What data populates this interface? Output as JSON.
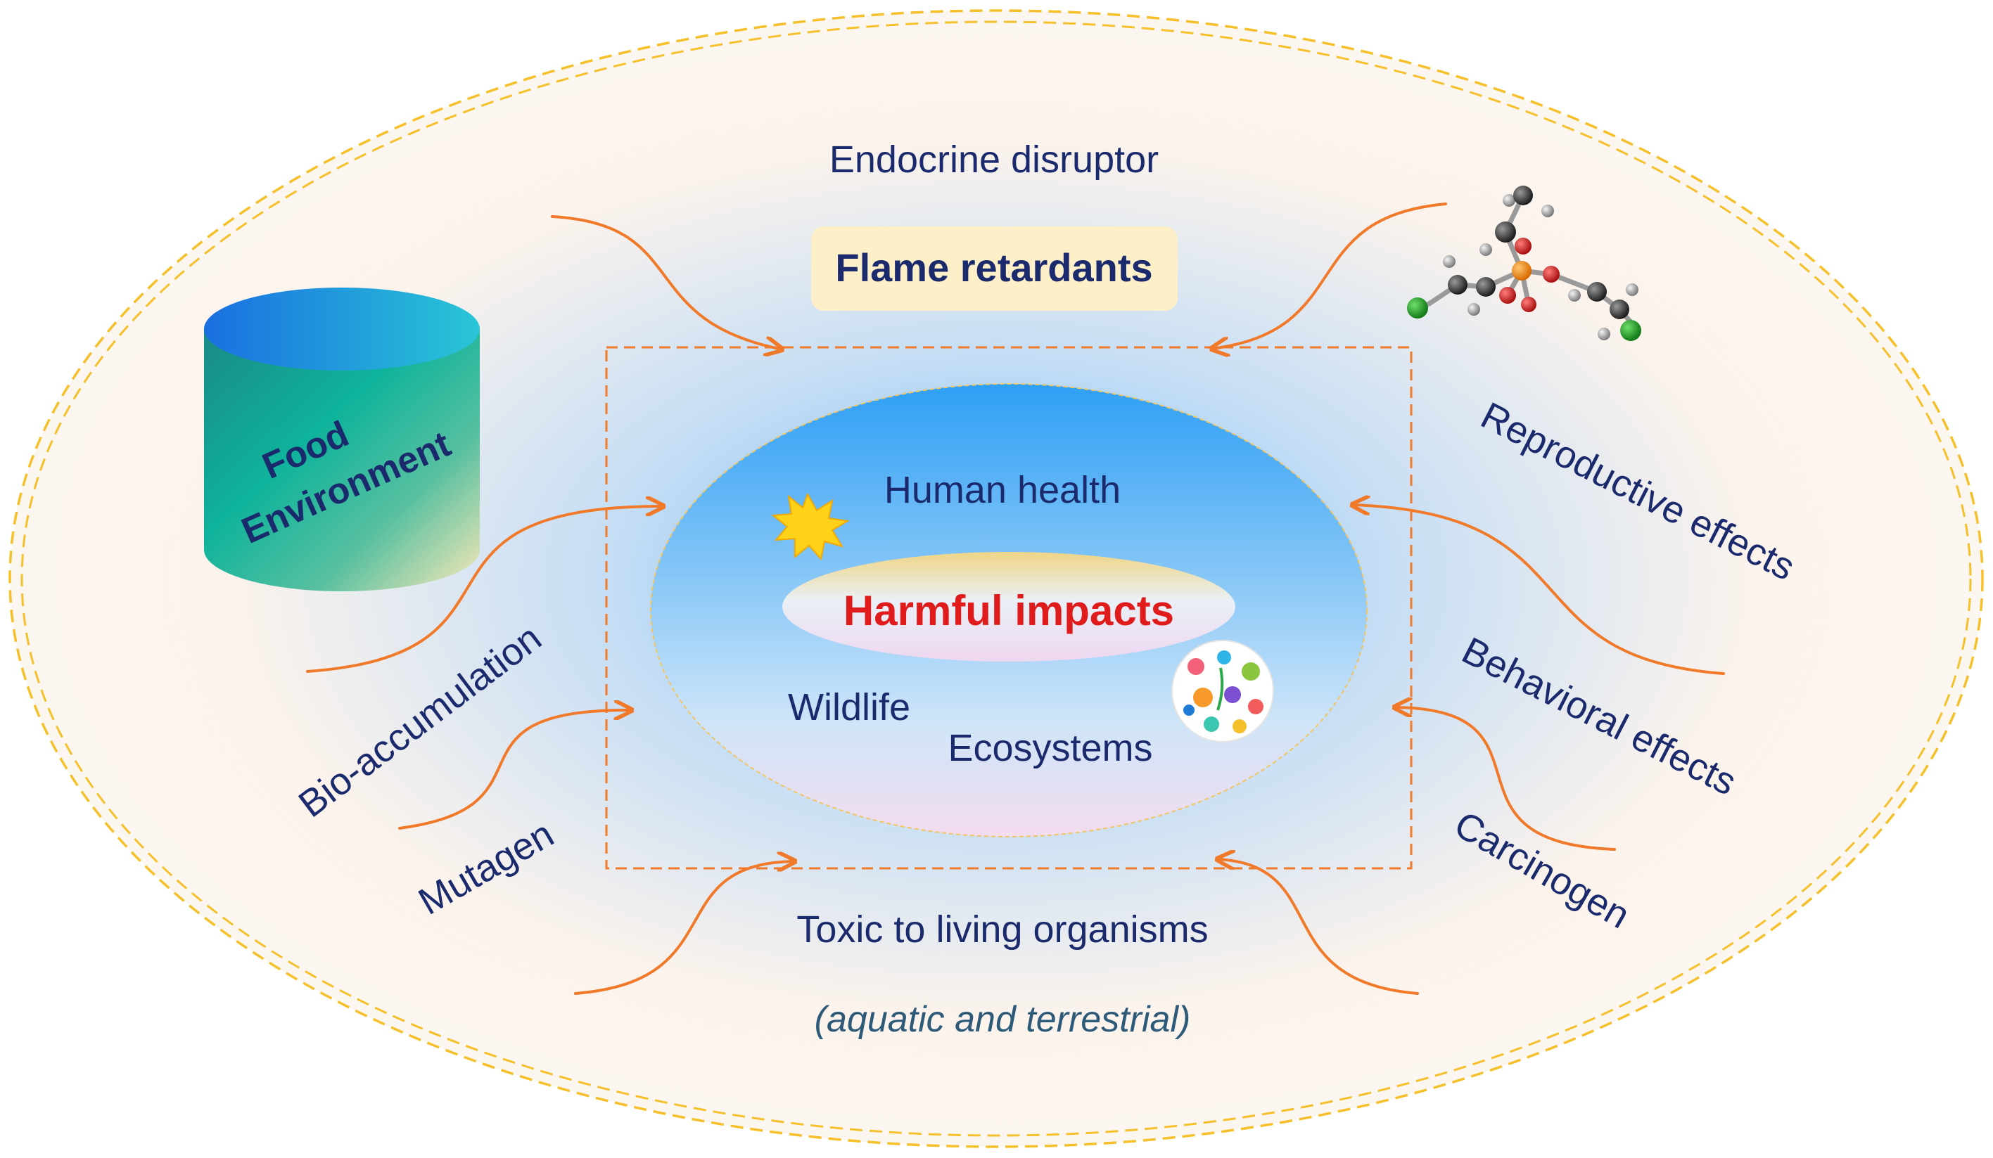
{
  "center": {
    "title": "Flame retardants",
    "core": "Harmful impacts",
    "human_health": "Human health",
    "wildlife": "Wildlife",
    "ecosystems": "Ecosystems"
  },
  "cylinder": {
    "line1": "Food",
    "line2": "Environment"
  },
  "effects": {
    "endocrine": "Endocrine disruptor",
    "reproductive": "Reproductive effects",
    "behavioral": "Behavioral effects",
    "carcinogen": "Carcinogen",
    "bioaccumulation": "Bio-accumulation",
    "mutagen": "Mutagen",
    "toxic": "Toxic to living organisms",
    "toxic_note": "(aquatic and terrestrial)"
  },
  "colors": {
    "arrow": "#f07a2a",
    "outer_dash": "#f5c02a",
    "label_text": "#1a2a6c",
    "core_text": "#e01b1b",
    "title_box": "#fdf0c8",
    "note_text": "#2e5a7a"
  },
  "icons": [
    "sun-icon",
    "molecule-icon",
    "sea-life-icon"
  ]
}
